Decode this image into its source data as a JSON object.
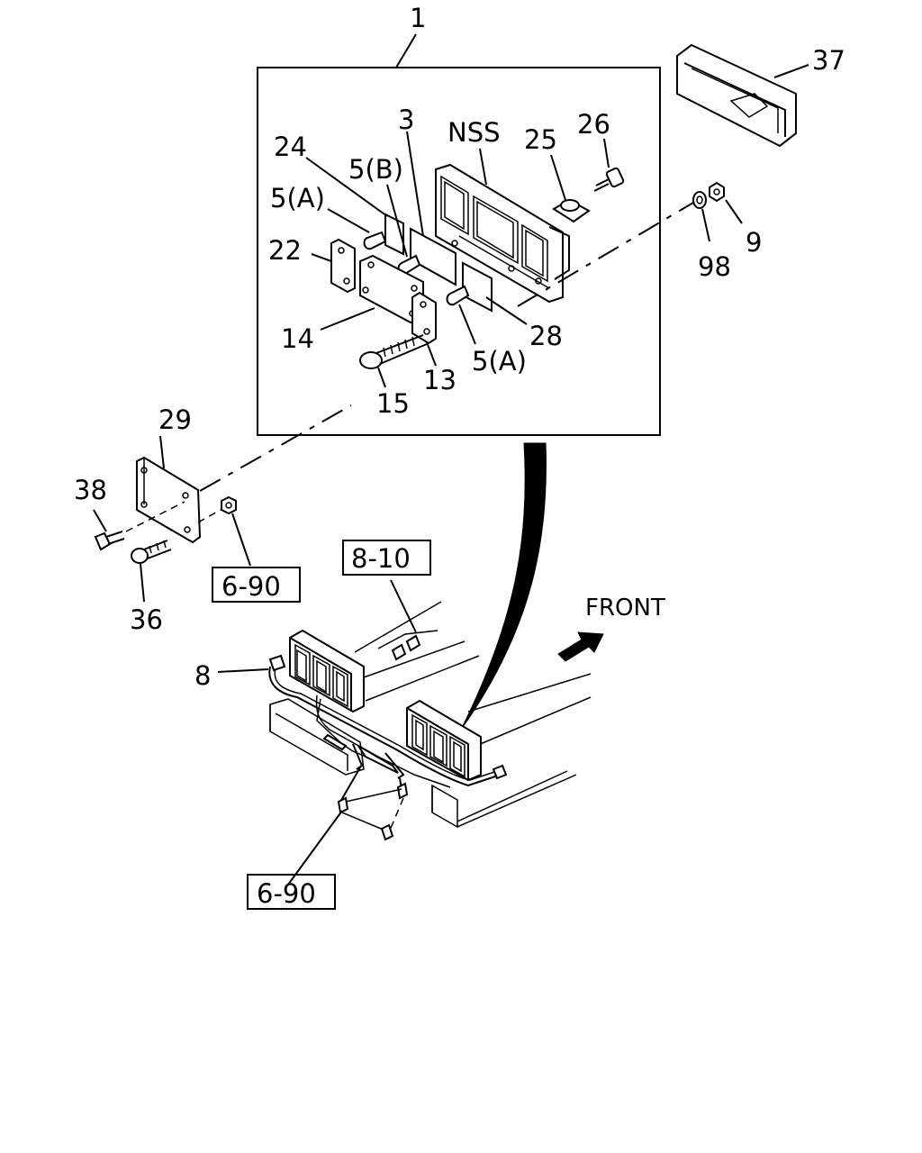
{
  "labels": {
    "l1": "1",
    "l3": "3",
    "nss": "NSS",
    "l24": "24",
    "l5b": "5(B)",
    "l5a_top": "5(A)",
    "l22": "22",
    "l14": "14",
    "l13": "13",
    "l15": "15",
    "l5a_bottom": "5(A)",
    "l28": "28",
    "l25": "25",
    "l26": "26",
    "l98": "98",
    "l9": "9",
    "l37": "37",
    "l29": "29",
    "l38": "38",
    "l36": "36",
    "ref_690_top": "6-90",
    "ref_810": "8-10",
    "l8": "8",
    "front": "FRONT",
    "ref_690_bottom": "6-90"
  },
  "colors": {
    "line": "#000000",
    "background": "#ffffff"
  },
  "icons": {
    "front_arrow": "front-arrow-icon"
  }
}
